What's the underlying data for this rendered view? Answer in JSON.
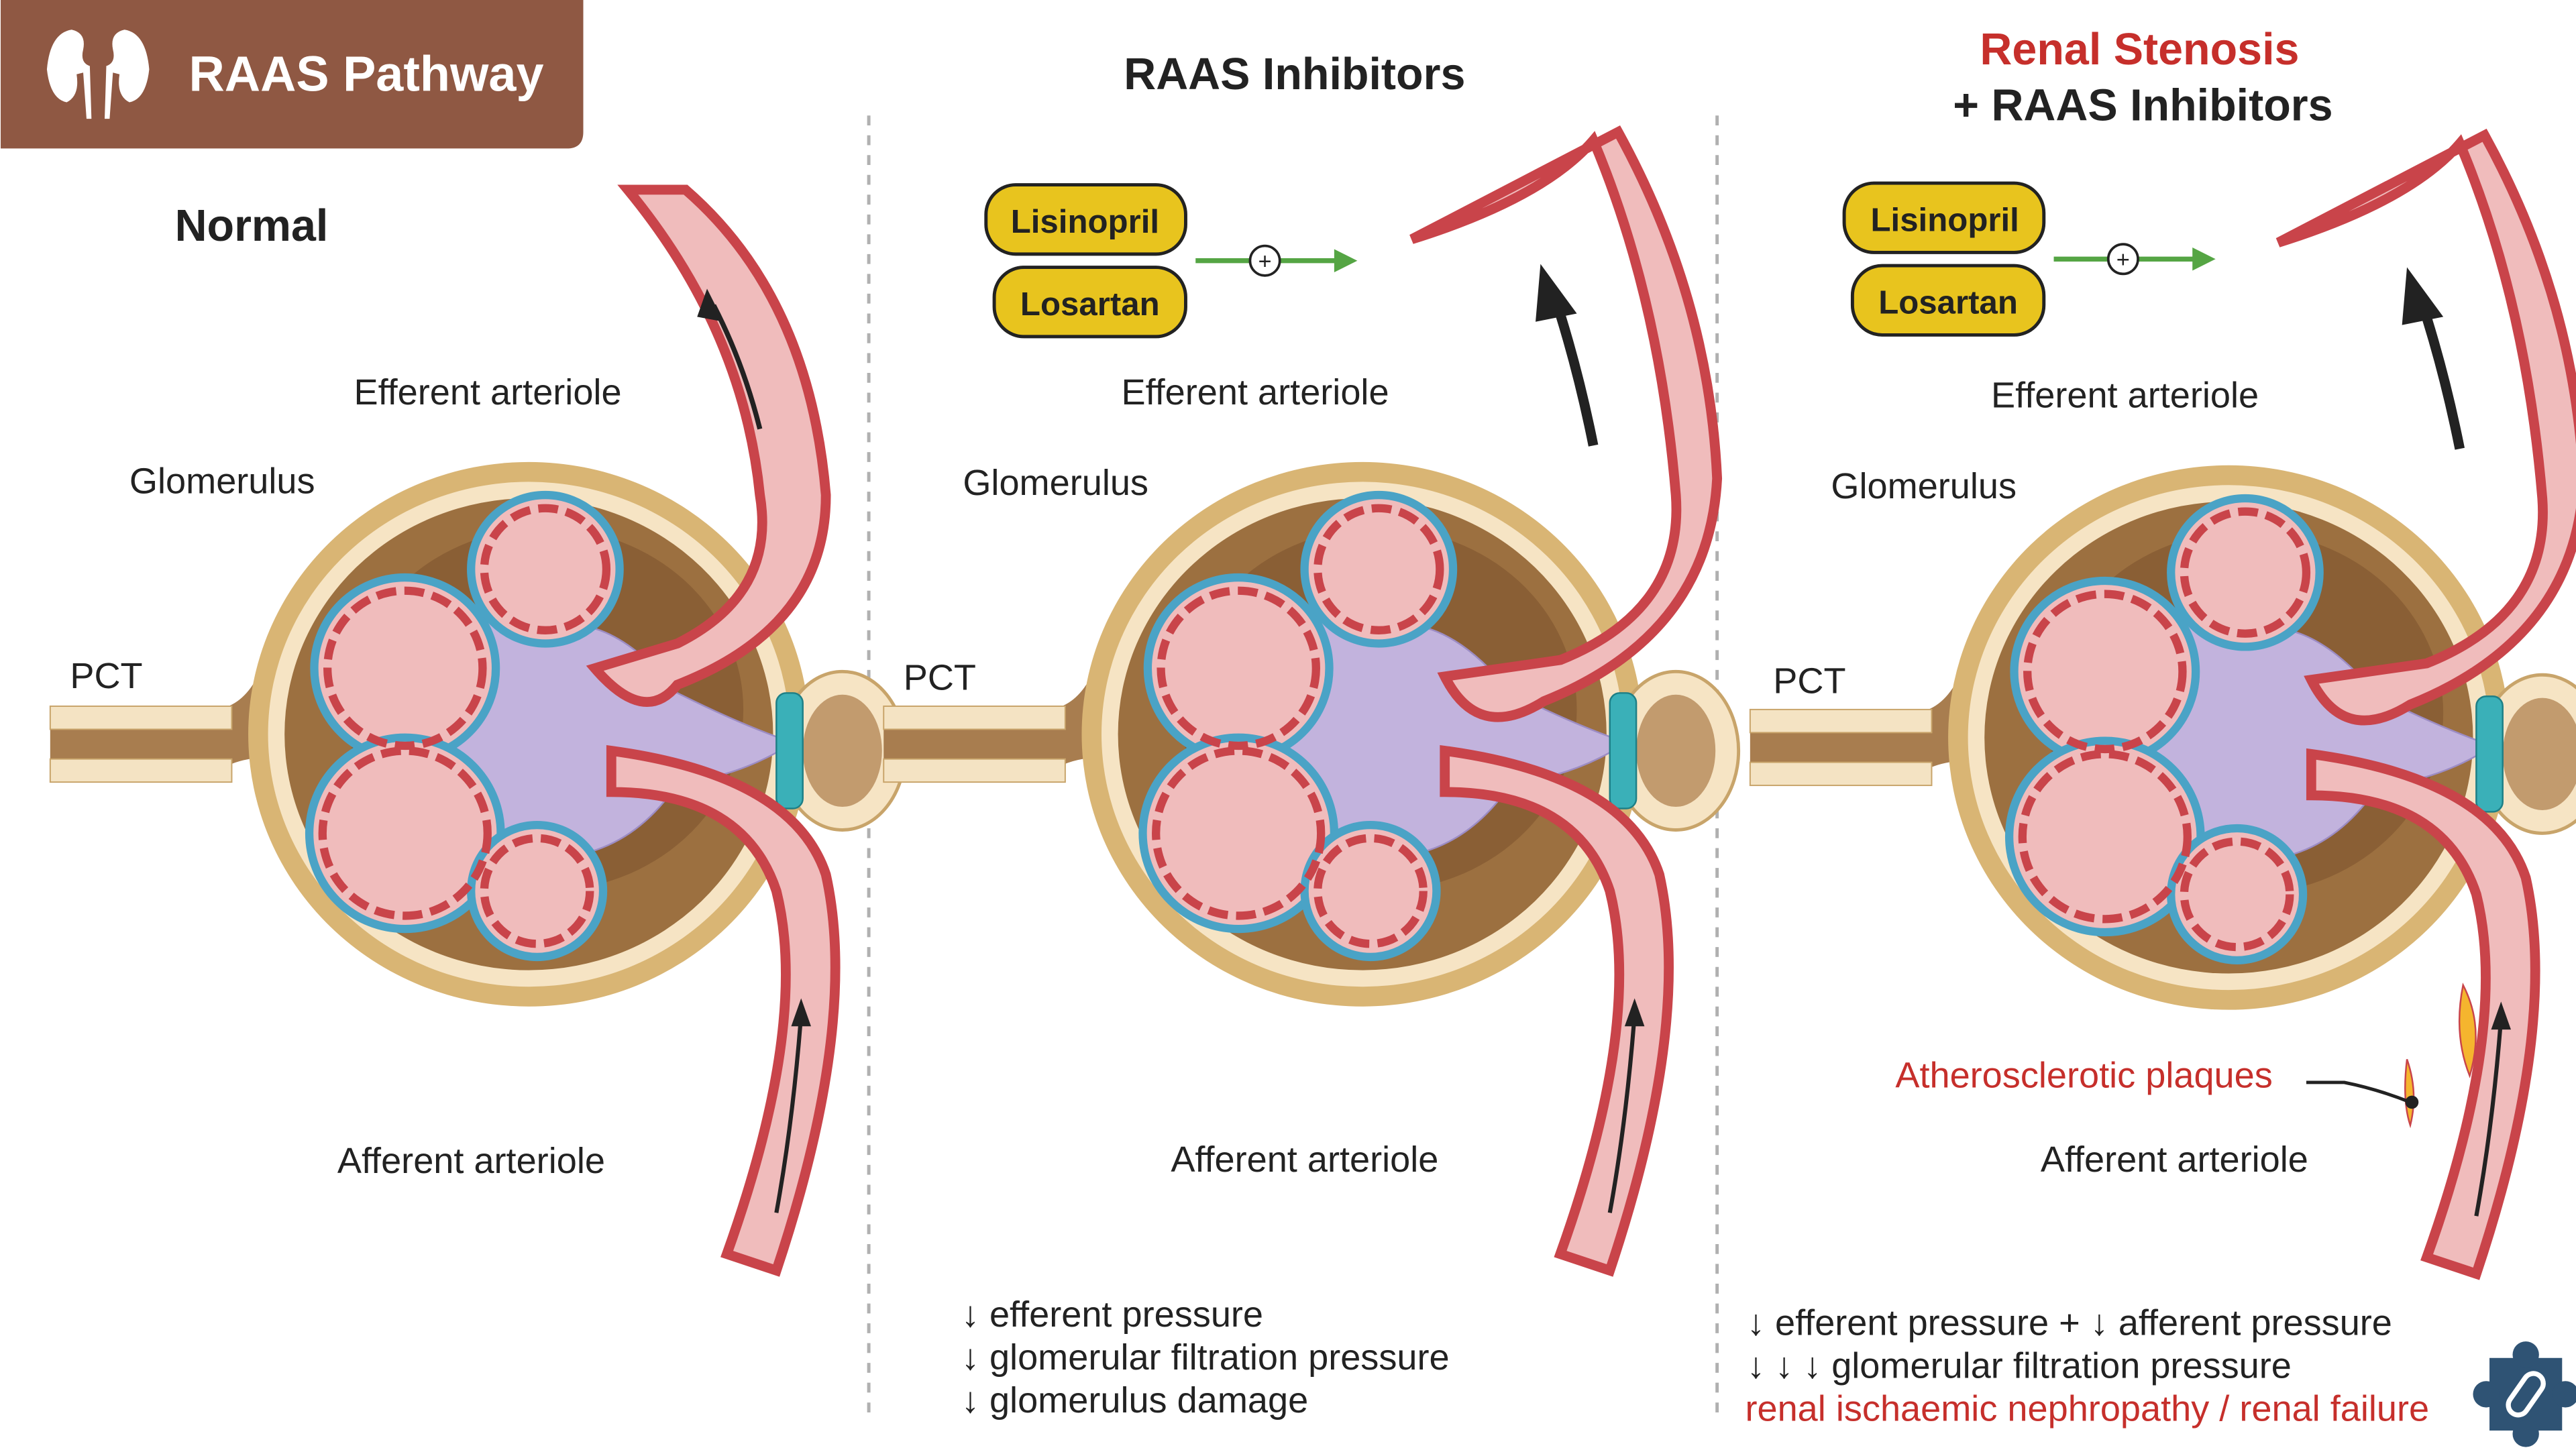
{
  "header": {
    "badge_title": "RAAS Pathway",
    "badge_icon": "kidneys-icon",
    "badge_color": "#8f5843"
  },
  "panels": [
    {
      "id": "normal",
      "title": "Normal",
      "labels": {
        "efferent": "Efferent arteriole",
        "glomerulus": "Glomerulus",
        "pct": "PCT",
        "afferent": "Afferent arteriole"
      }
    },
    {
      "id": "raas-inhibitors",
      "title": "RAAS Inhibitors",
      "drugs": [
        "Lisinopril",
        "Losartan"
      ],
      "stimulus_symbol": "+",
      "labels": {
        "efferent": "Efferent arteriole",
        "glomerulus": "Glomerulus",
        "pct": "PCT",
        "afferent": "Afferent arteriole"
      },
      "effects": [
        "↓ efferent pressure",
        "↓ glomerular filtration pressure",
        "↓ glomerulus damage"
      ]
    },
    {
      "id": "stenosis-plus-raas",
      "title_line1": "Renal Stenosis",
      "title_line2": "+ RAAS Inhibitors",
      "drugs": [
        "Lisinopril",
        "Losartan"
      ],
      "stimulus_symbol": "+",
      "labels": {
        "efferent": "Efferent arteriole",
        "glomerulus": "Glomerulus",
        "pct": "PCT",
        "afferent": "Afferent arteriole",
        "plaques": "Atherosclerotic plaques"
      },
      "effects": [
        "↓ efferent pressure + ↓ afferent pressure",
        "↓ ↓ ↓ glomerular filtration pressure"
      ],
      "outcome": "renal ischaemic nephropathy / renal failure"
    }
  ],
  "footer_icon": "puzzle-pill-icon",
  "colors": {
    "accent_red": "#c62f2b",
    "drug_yellow": "#e8c41e",
    "arrow_green": "#55a544",
    "text_dark": "#222222",
    "puzzle_blue": "#2f5374"
  }
}
